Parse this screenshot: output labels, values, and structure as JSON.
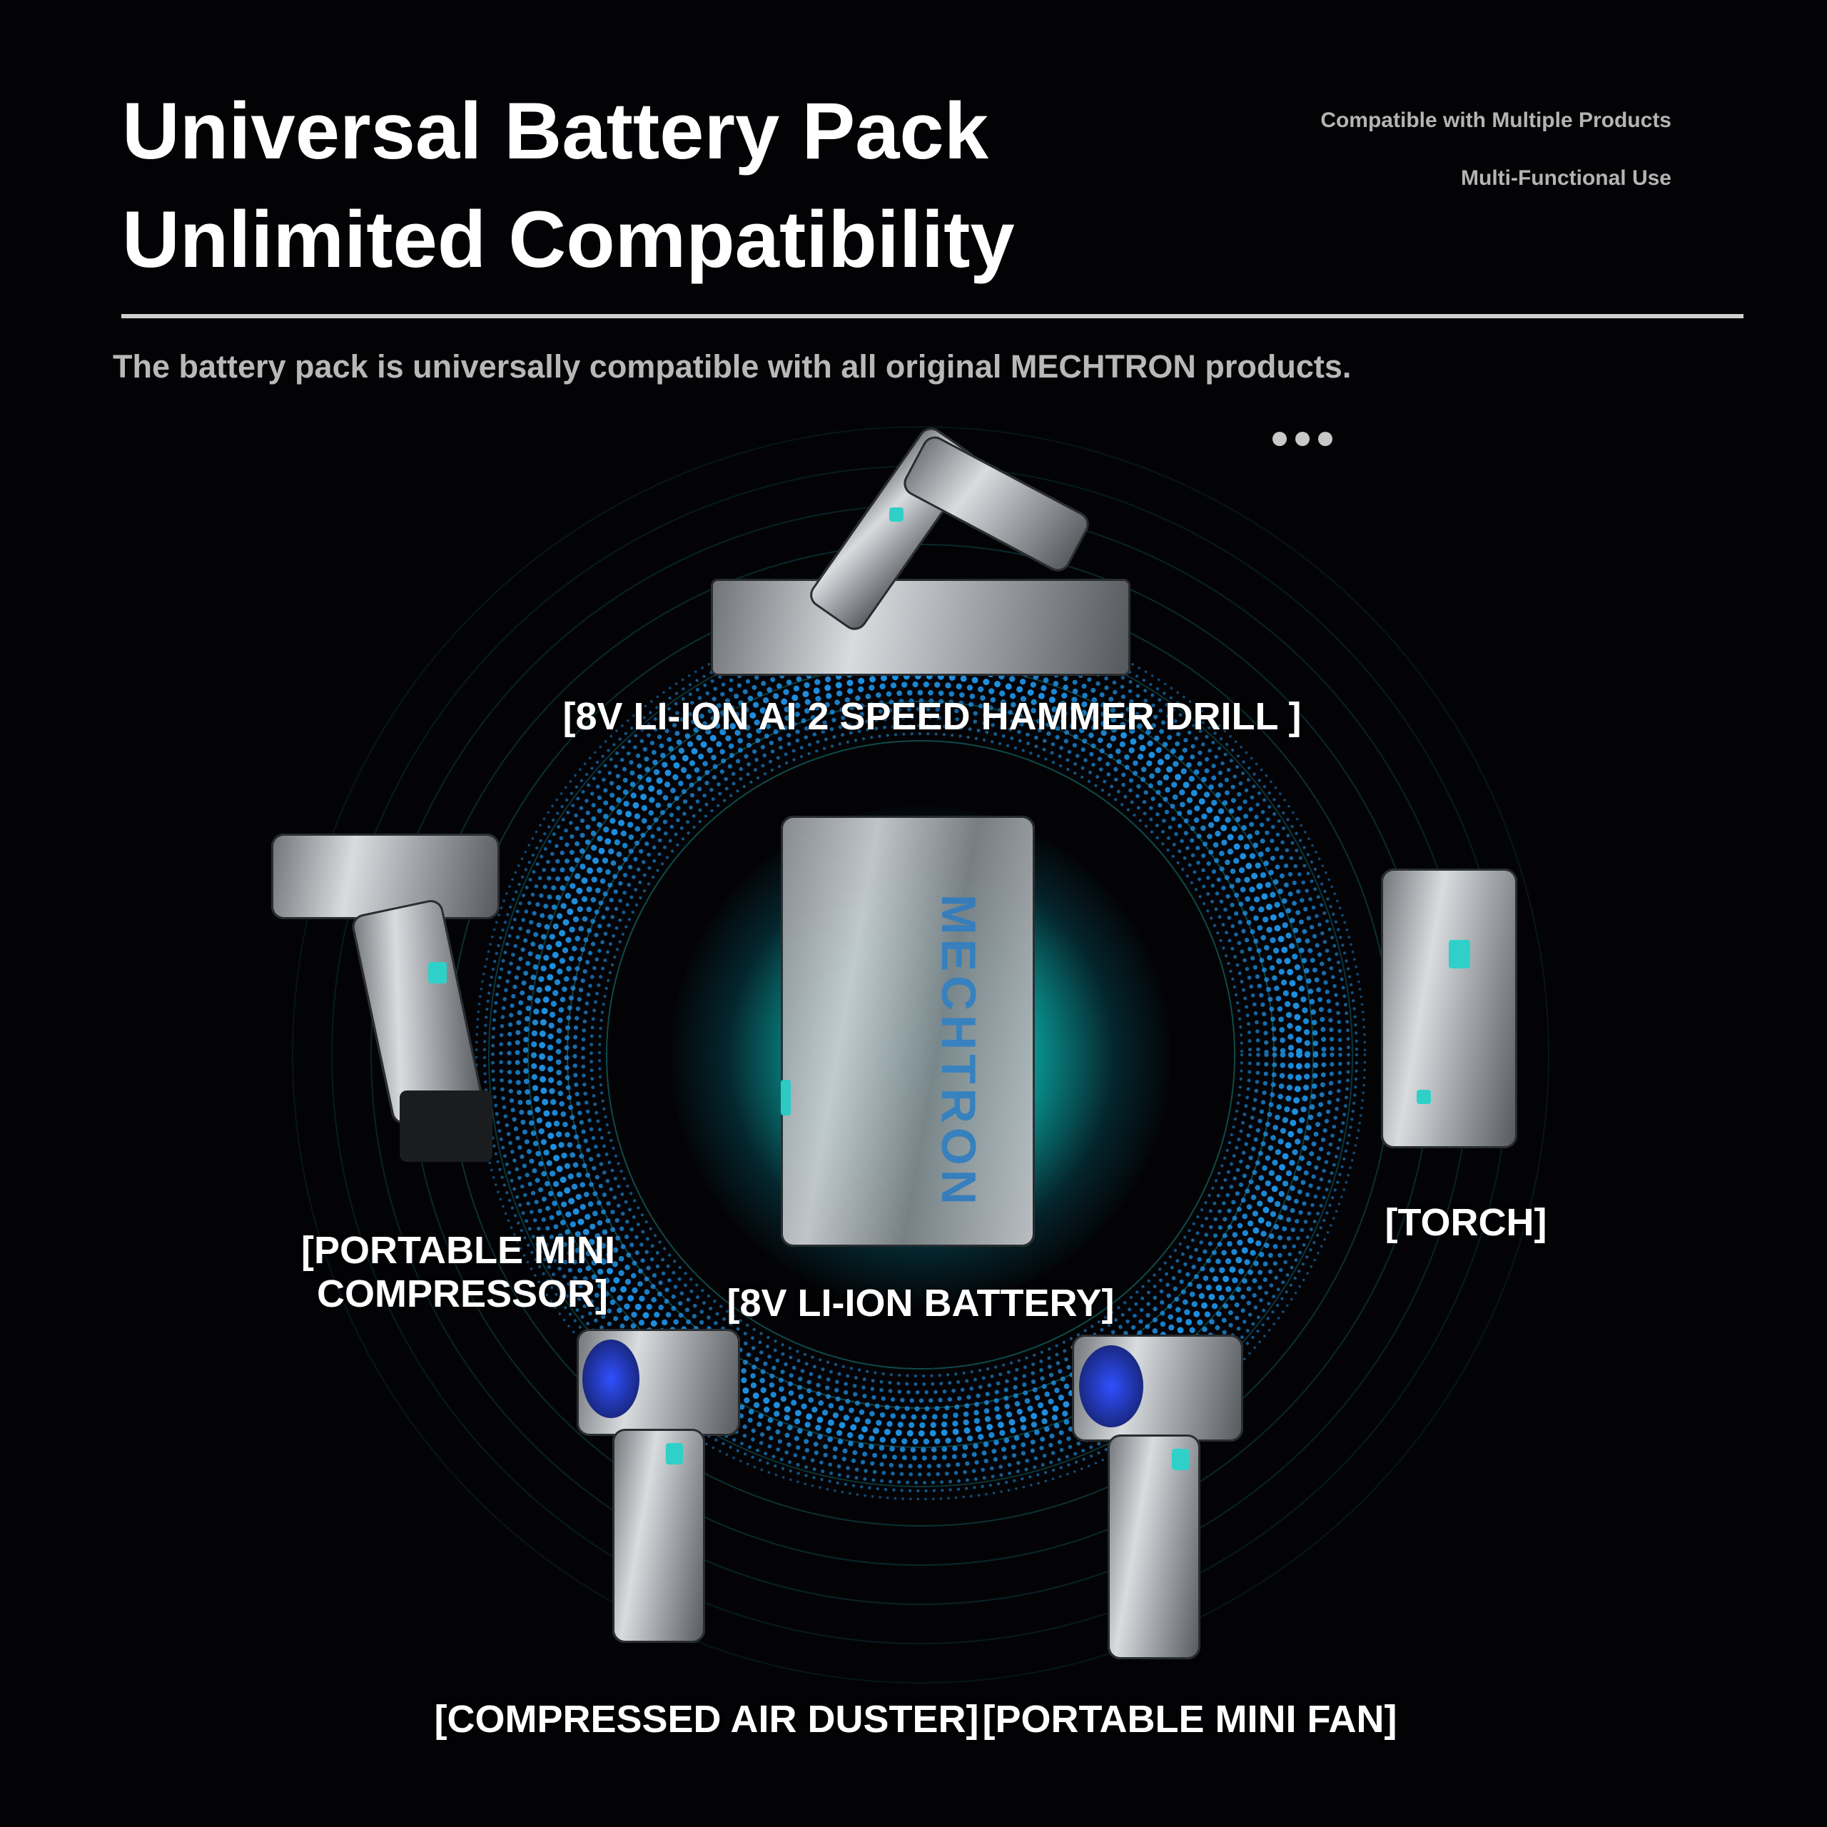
{
  "header": {
    "title_line1": "Universal Battery Pack",
    "title_line2": "Unlimited Compatibility",
    "tagline1": "Compatible with Multiple Products",
    "tagline2": "Multi-Functional Use",
    "subtitle": "The battery pack is universally compatible with all original MECHTRON products."
  },
  "products": {
    "drill": "[8V LI-ION AI 2 SPEED HAMMER DRILL ]",
    "compressor_line1": "[PORTABLE MINI",
    "compressor_line2": "COMPRESSOR]",
    "battery": "[8V LI-ION BATTERY]",
    "torch": "[TORCH]",
    "duster": "[COMPRESSED AIR DUSTER]",
    "fan": "[PORTABLE MINI FAN]"
  },
  "brand": "MECHTRON",
  "colors": {
    "background": "#030306",
    "dots": "#1e8fe0",
    "glow": "#19d8d0",
    "rings": "#0f4a4a"
  }
}
